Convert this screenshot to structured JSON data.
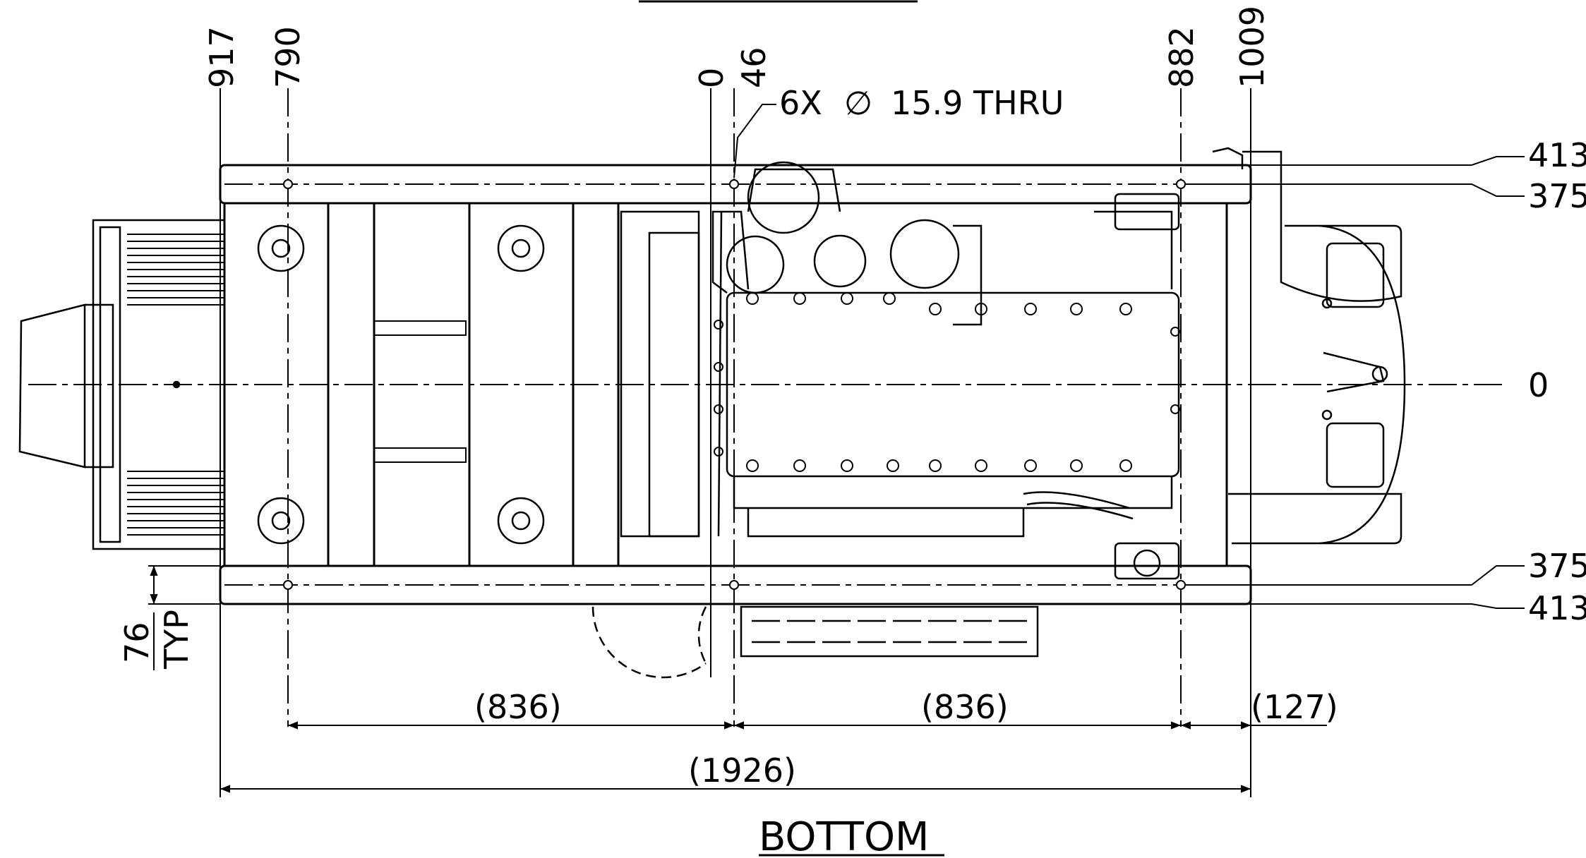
{
  "view_title": "BOTTOM",
  "hole_note": {
    "text": "6X",
    "diameter_symbol": "∅",
    "spec": "15.9 THRU"
  },
  "top_dimensions": {
    "x_917": "917",
    "x_790": "790",
    "x_0": "0",
    "x_46": "46",
    "x_882": "882",
    "x_1009": "1009"
  },
  "right_dimensions": {
    "y_413_top": "413",
    "y_375_top": "375",
    "y_0": "0",
    "y_375_bottom": "375",
    "y_413_bottom": "413"
  },
  "left_dimension": {
    "value": "76",
    "note": "TYP"
  },
  "bottom_dimensions": {
    "span_left": "(836)",
    "span_right": "(836)",
    "span_end": "(127)",
    "overall": "(1926)"
  },
  "colors": {
    "line": "#000000",
    "background": "#ffffff"
  }
}
